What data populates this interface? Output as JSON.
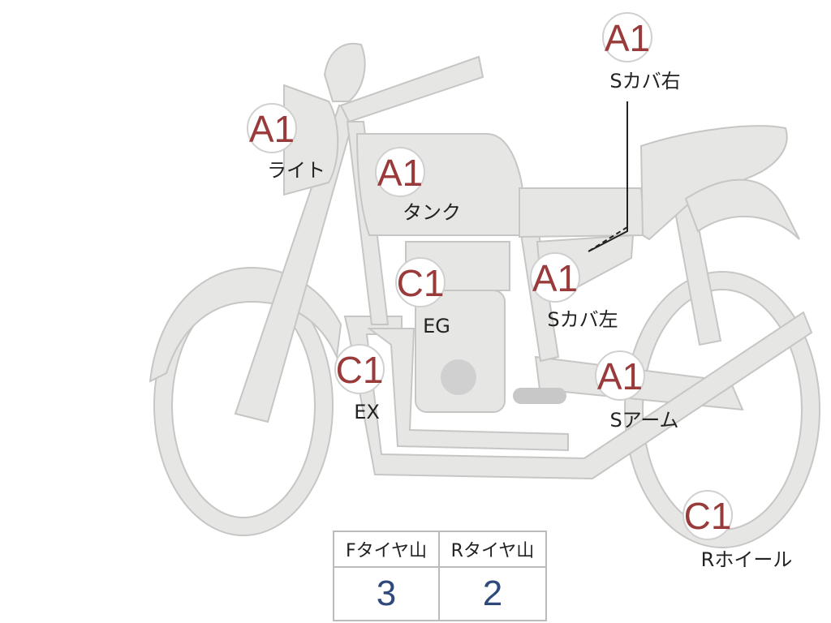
{
  "inspection_points": [
    {
      "id": "light",
      "grade": "A1",
      "label": "ライト"
    },
    {
      "id": "tank",
      "grade": "A1",
      "label": "タンク"
    },
    {
      "id": "side-cover-right",
      "grade": "A1",
      "label": "Sカバ右"
    },
    {
      "id": "engine",
      "grade": "C1",
      "label": "EG"
    },
    {
      "id": "side-cover-left",
      "grade": "A1",
      "label": "Sカバ左"
    },
    {
      "id": "exhaust",
      "grade": "C1",
      "label": "EX"
    },
    {
      "id": "swing-arm",
      "grade": "A1",
      "label": "Sアーム"
    },
    {
      "id": "rear-wheel",
      "grade": "C1",
      "label": "Rホイール"
    }
  ],
  "tread_table": {
    "headers": [
      "Fタイヤ山",
      "Rタイヤ山"
    ],
    "values": [
      "3",
      "2"
    ]
  },
  "colors": {
    "grade_text": "#9a3b3b",
    "tread_value": "#2f4a7a",
    "bike_fill": "#e6e6e4"
  }
}
